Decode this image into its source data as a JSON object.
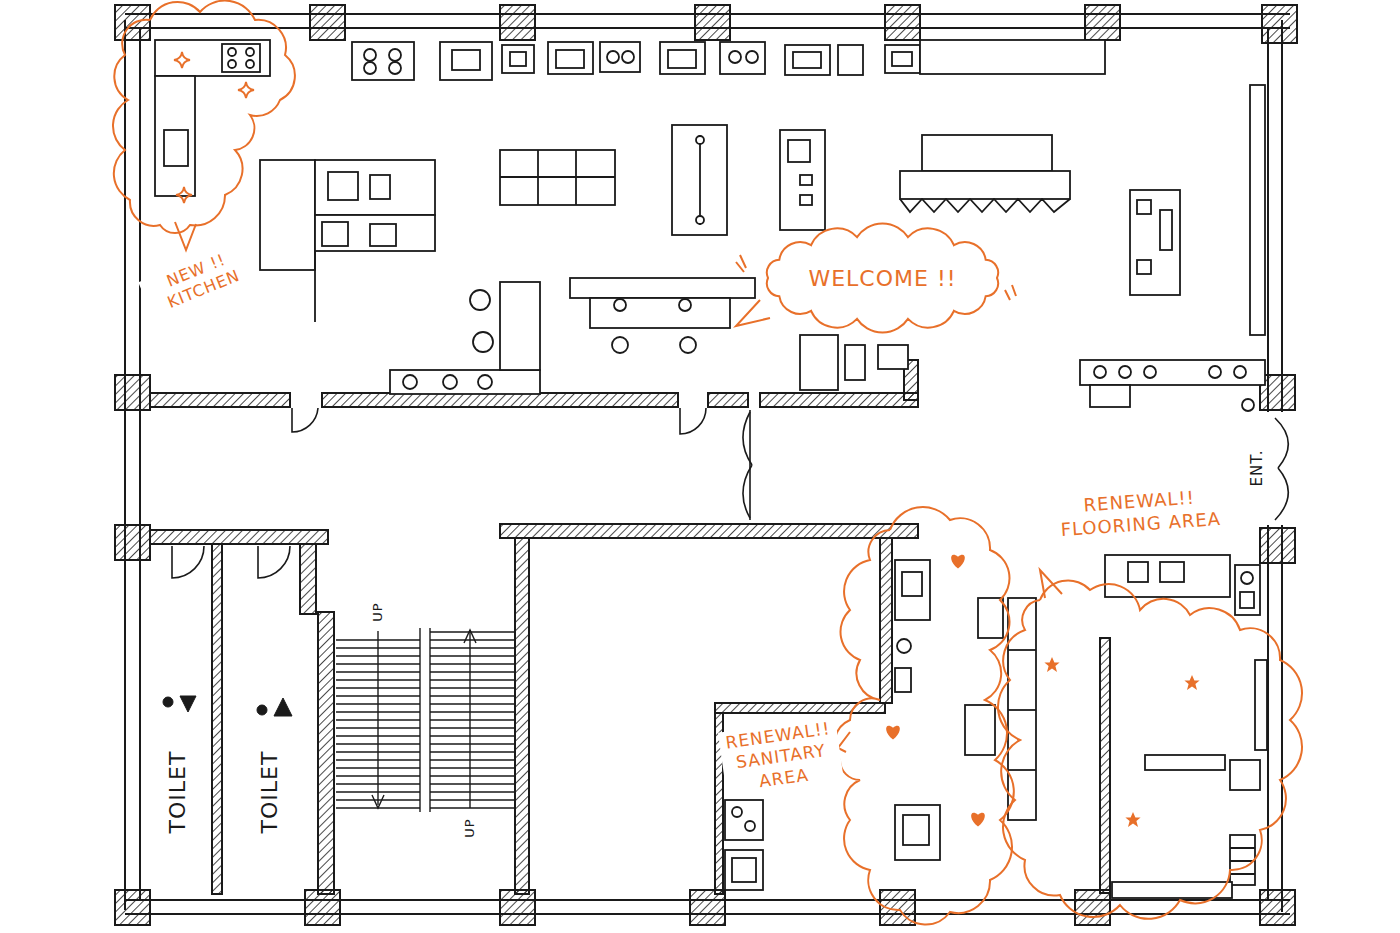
{
  "diagram": {
    "nodes": [
      {
        "text": [
          "WELCOME !!"
        ]
      }
    ],
    "labels": [
      "NEW !! KITCHEN",
      "RENEWAL!! FLOORING AREA",
      "ENT.",
      "RENEWAL!! SANITARY AREA",
      "TOILET",
      "TOILET",
      "UP",
      "UP"
    ]
  }
}
